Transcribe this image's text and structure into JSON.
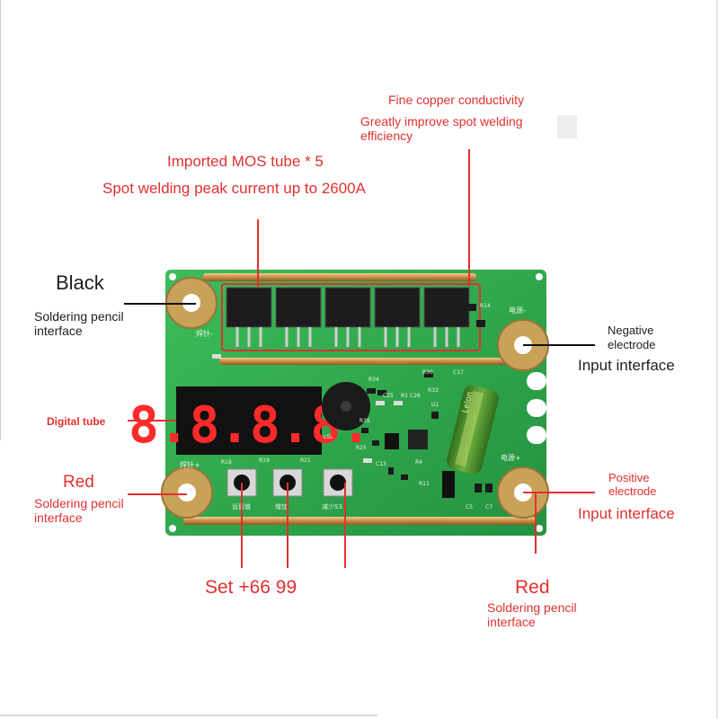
{
  "colors": {
    "label_red": "#e0312f",
    "label_black": "#1e1e1e",
    "pcb_green": "#2fa84a",
    "pad_copper": "#c9a25a",
    "display_digit": "#ff2a2a",
    "capacitor_green": "#4a8c2a"
  },
  "callouts": {
    "copper": {
      "line1": "Fine copper conductivity",
      "line2": "Greatly improve spot welding",
      "line3": "efficiency"
    },
    "mos": {
      "line1": "Imported MOS tube * 5",
      "line2": "Spot welding peak current up to 2600A"
    },
    "black_pencil": {
      "title": "Black",
      "line1": "Soldering pencil",
      "line2": "interface"
    },
    "negative": {
      "line1": "Negative",
      "line2": "electrode",
      "line3": "Input interface"
    },
    "digital_tube": {
      "label": "Digital tube"
    },
    "red_pencil_left": {
      "title": "Red",
      "line1": "Soldering pencil",
      "line2": "interface"
    },
    "positive": {
      "line1": "Positive",
      "line2": "electrode",
      "line3": "Input interface"
    },
    "buttons": {
      "label": "Set +66 99"
    },
    "red_pencil_bottom": {
      "title": "Red",
      "line1": "Soldering pencil",
      "line2": "interface"
    }
  },
  "board": {
    "display_digits": "8.8.8.8.",
    "silkscreen": {
      "top_left": "焊针-",
      "bottom_left": "焊针+",
      "top_right": "电源-",
      "bottom_right": "电源+",
      "r14": "R14",
      "r34": "R34",
      "c17": "C17",
      "r30": "R30",
      "r33": "R33",
      "c25": "C25",
      "r1": "R1",
      "c26": "C26",
      "u1": "U1",
      "r35": "R35",
      "r25": "R25",
      "c13": "C13",
      "r4": "R4",
      "r18": "R18",
      "r19": "R19",
      "r21": "R21",
      "c7": "C7",
      "c5": "C5",
      "r11": "R11",
      "cap_brand": "Lelon",
      "btn1": "设置值",
      "btn2": "增加",
      "btn3": "减少S3",
      "lsl": "LSL"
    }
  }
}
